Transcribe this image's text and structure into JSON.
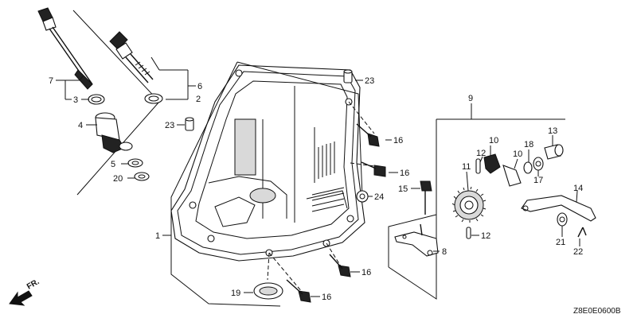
{
  "callouts": [
    {
      "id": "c1",
      "text": "1"
    },
    {
      "id": "c2",
      "text": "2"
    },
    {
      "id": "c3",
      "text": "3"
    },
    {
      "id": "c4",
      "text": "4"
    },
    {
      "id": "c5",
      "text": "5"
    },
    {
      "id": "c6",
      "text": "6"
    },
    {
      "id": "c7",
      "text": "7"
    },
    {
      "id": "c8",
      "text": "8"
    },
    {
      "id": "c9",
      "text": "9"
    },
    {
      "id": "c10a",
      "text": "10"
    },
    {
      "id": "c10b",
      "text": "10"
    },
    {
      "id": "c11",
      "text": "11"
    },
    {
      "id": "c12a",
      "text": "12"
    },
    {
      "id": "c12b",
      "text": "12"
    },
    {
      "id": "c13",
      "text": "13"
    },
    {
      "id": "c14",
      "text": "14"
    },
    {
      "id": "c15",
      "text": "15"
    },
    {
      "id": "c16a",
      "text": "16"
    },
    {
      "id": "c16b",
      "text": "16"
    },
    {
      "id": "c16c",
      "text": "16"
    },
    {
      "id": "c16d",
      "text": "16"
    },
    {
      "id": "c17",
      "text": "17"
    },
    {
      "id": "c18",
      "text": "18"
    },
    {
      "id": "c19",
      "text": "19"
    },
    {
      "id": "c20",
      "text": "20"
    },
    {
      "id": "c21",
      "text": "21"
    },
    {
      "id": "c22",
      "text": "22"
    },
    {
      "id": "c23a",
      "text": "23"
    },
    {
      "id": "c23b",
      "text": "23"
    },
    {
      "id": "c24",
      "text": "24"
    }
  ],
  "direction_label": "FR.",
  "diagram_code": "Z8E0E0600B"
}
